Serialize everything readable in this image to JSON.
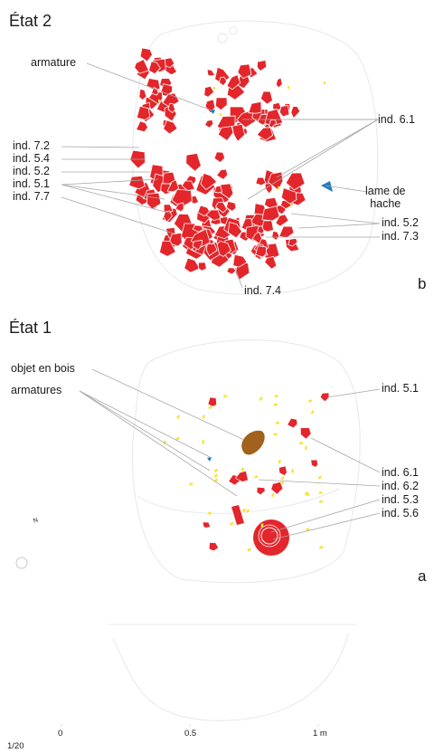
{
  "colors": {
    "sherd": "#e3262b",
    "yellow": "#f8e43a",
    "wood": "#a0621c",
    "blue": "#1f7cc4",
    "leader": "#a8a8a8",
    "outline": "#e8e8e8",
    "text": "#1a1a1a"
  },
  "panel_b": {
    "title": "État 2",
    "letter": "b",
    "labels": {
      "armature": "armature",
      "ind_6_1": "ind. 6.1",
      "ind_7_2": "ind. 7.2",
      "ind_5_4": "ind. 5.4",
      "ind_5_2_left": "ind. 5.2",
      "ind_5_1": "ind. 5.1",
      "ind_7_7": "ind. 7.7",
      "lame": "lame de\nhache",
      "ind_5_2_right": "ind. 5.2",
      "ind_7_3": "ind. 7.3",
      "ind_7_4": "ind. 7.4"
    }
  },
  "panel_a": {
    "title": "État 1",
    "letter": "a",
    "north": "N",
    "labels": {
      "objet": "objet en bois",
      "armatures": "armatures",
      "ind_5_1": "ind. 5.1",
      "ind_6_1": "ind. 6.1",
      "ind_6_2": "ind. 6.2",
      "ind_5_3": "ind. 5.3",
      "ind_5_6": "ind. 5.6"
    }
  },
  "scale": {
    "ratio": "1/20",
    "ticks": [
      "0",
      "0.5",
      "1 m"
    ]
  }
}
